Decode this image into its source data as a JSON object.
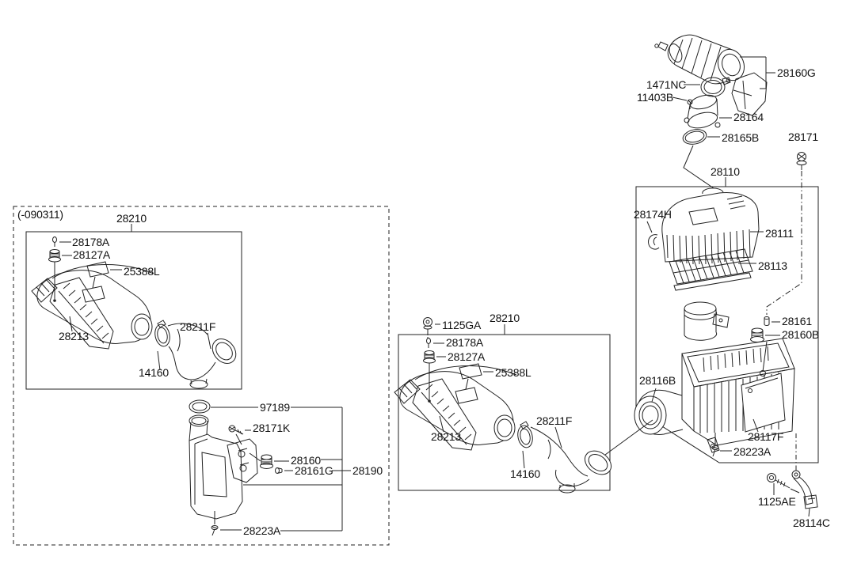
{
  "page": {
    "background": "#ffffff",
    "line_color": "#222222",
    "kind": "exploded-parts-diagram"
  },
  "labels": {
    "variant": "(-090311)",
    "box1": {
      "p28210": "28210",
      "p28178a": "28178A",
      "p28127a": "28127A",
      "p25388l": "25388L",
      "p28213": "28213",
      "p28211f": "28211F",
      "p14160": "14160"
    },
    "resonator": {
      "p97189": "97189",
      "p28171k": "28171K",
      "p28160": "28160",
      "p28161g": "28161G",
      "p28190": "28190",
      "p28223a": "28223A"
    },
    "box2": {
      "p28210": "28210",
      "p1125ga": "1125GA",
      "p28178a": "28178A",
      "p28127a": "28127A",
      "p25388l": "25388L",
      "p28213": "28213",
      "p28211f": "28211F",
      "p14160": "14160"
    },
    "intake": {
      "p1471nc": "1471NC",
      "p11403b": "11403B",
      "p28160g": "28160G",
      "p28164": "28164",
      "p28165b": "28165B",
      "p28171": "28171",
      "p28110": "28110"
    },
    "cleaner": {
      "p28174h": "28174H",
      "p28111": "28111",
      "p28113": "28113",
      "p28161": "28161",
      "p28160b": "28160B",
      "p28116b": "28116B",
      "p28117f": "28117F",
      "p28223a": "28223A",
      "p1125ae": "1125AE",
      "p28114c": "28114C"
    }
  }
}
